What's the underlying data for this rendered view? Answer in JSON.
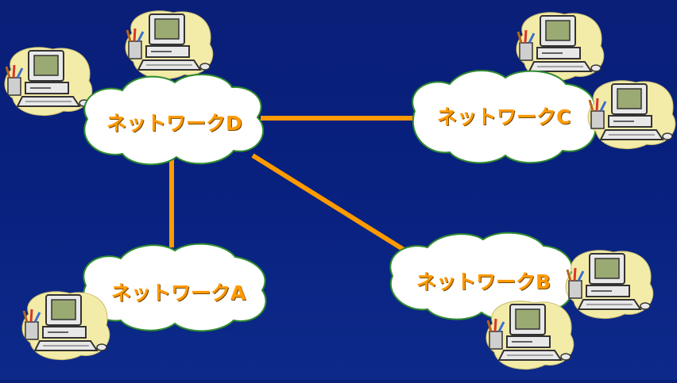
{
  "networks": {
    "d": {
      "label": "ネットワークD"
    },
    "c": {
      "label": "ネットワークC"
    },
    "b": {
      "label": "ネットワークB"
    },
    "a": {
      "label": "ネットワークA"
    }
  },
  "colors": {
    "background": "#0a1f78",
    "cloud_fill": "#ffffff",
    "cloud_outline": "#2e8b2e",
    "link": "#ff9a00",
    "label": "#ff9a00",
    "computer_blob": "#f3eba8"
  },
  "icons": [
    "computer-icon"
  ]
}
